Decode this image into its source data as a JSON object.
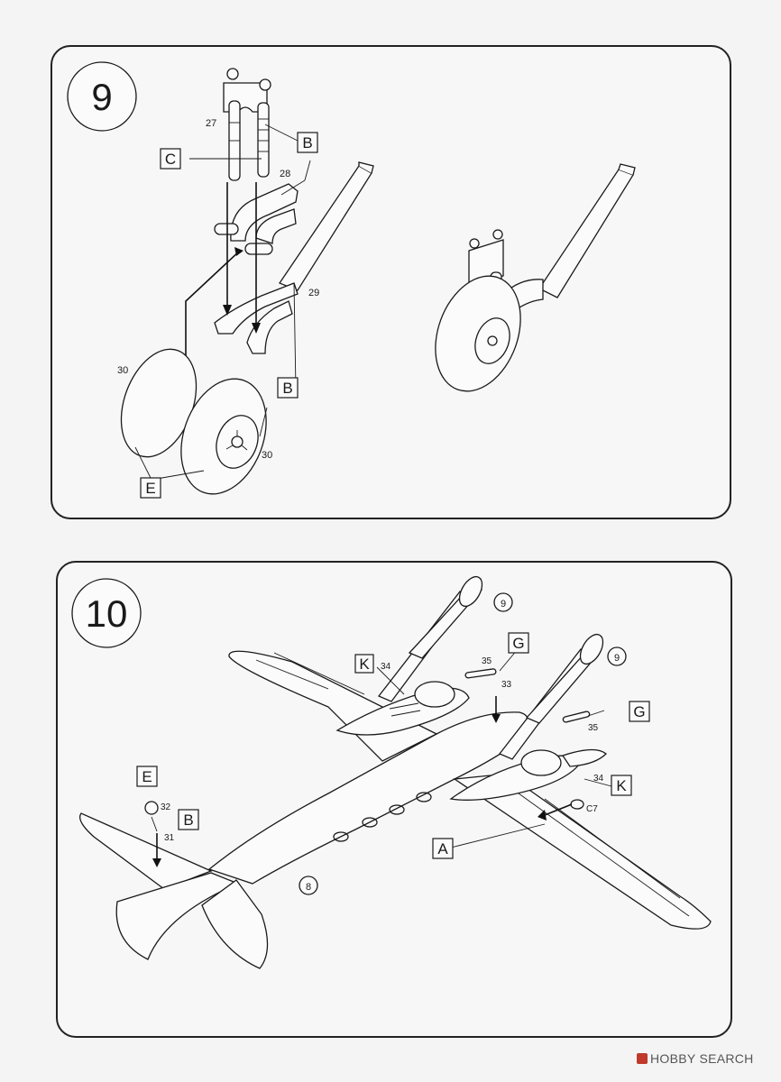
{
  "step9": {
    "number": "9",
    "part_labels": {
      "C": "C",
      "B_top": "B",
      "B_bottom": "B",
      "E": "E"
    },
    "part_numbers": {
      "p27": "27",
      "p28": "28",
      "p29": "29",
      "p30_left": "30",
      "p30_right": "30"
    }
  },
  "step10": {
    "number": "10",
    "part_labels": {
      "K_left": "K",
      "G_top": "G",
      "G_right": "G",
      "K_right": "K",
      "E": "E",
      "B": "B",
      "A": "A"
    },
    "part_numbers": {
      "p34_left": "34",
      "p35_top": "35",
      "p33": "33",
      "p35_right": "35",
      "p34_right": "34",
      "p32": "32",
      "p31": "31",
      "c7": "C7"
    },
    "step_refs": {
      "ref9_left": "9",
      "ref9_right": "9",
      "ref8": "8"
    }
  },
  "watermark": {
    "brand": "HOBBY SEARCH"
  }
}
